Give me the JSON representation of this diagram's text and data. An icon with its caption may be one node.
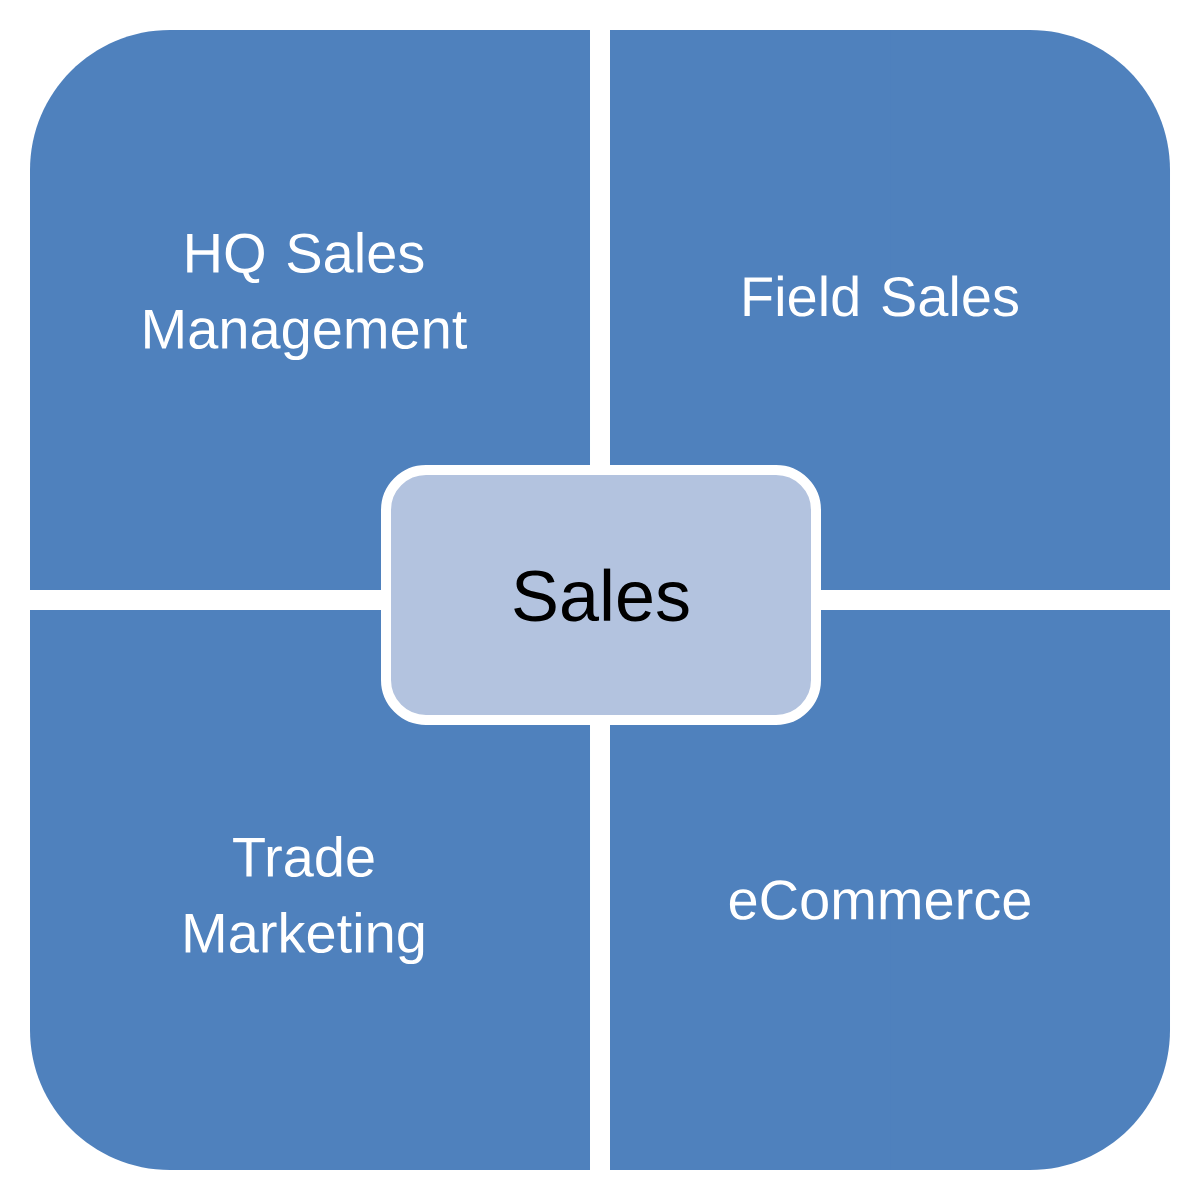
{
  "diagram": {
    "nodes": [
      {
        "text": [
          "HQ Sales Management"
        ]
      },
      {
        "text": [
          "Field Sales"
        ]
      },
      {
        "text": [
          "Sales"
        ]
      },
      {
        "text": [
          "Trade Marketing"
        ]
      },
      {
        "text": [
          "eCommerce"
        ]
      }
    ]
  }
}
